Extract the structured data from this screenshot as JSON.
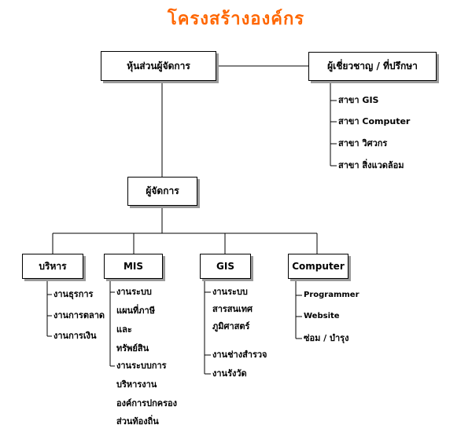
{
  "theme": {
    "title_color": "#ff6600",
    "line_color": "#000000",
    "box_shadow": "#9a9a9a"
  },
  "title": "โครงสร้างองค์กร",
  "partners": "หุ้นส่วนผู้จัดการ",
  "advisors": {
    "label": "ผู้เชี่ยวชาญ / ที่ปรึกษา",
    "items": [
      "สาขา GIS",
      "สาขา Computer",
      "สาขา วิศวกร",
      "สาขา สิ่งแวดล้อม"
    ]
  },
  "manager": "ผู้จัดการ",
  "departments": [
    {
      "label": "บริหาร",
      "items": [
        "งานธุรการ",
        "งานการตลาด",
        "งานการเงิน"
      ]
    },
    {
      "label": "MIS",
      "items": [
        "งานระบบ",
        "แผนที่ภาษี",
        "และ",
        "ทรัพย์สิน",
        "งานระบบการ",
        "บริหารงาน",
        "องค์การปกครอง",
        "ส่วนท้องถิ่น"
      ]
    },
    {
      "label": "GIS",
      "items": [
        "งานระบบ",
        "สารสนเทศ",
        "ภูมิศาสตร์",
        "งานช่างสำรวจ",
        "งานรังวัด"
      ]
    },
    {
      "label": "Computer",
      "items": [
        "Programmer",
        "Website",
        "ซ่อม / บำรุง"
      ]
    }
  ]
}
